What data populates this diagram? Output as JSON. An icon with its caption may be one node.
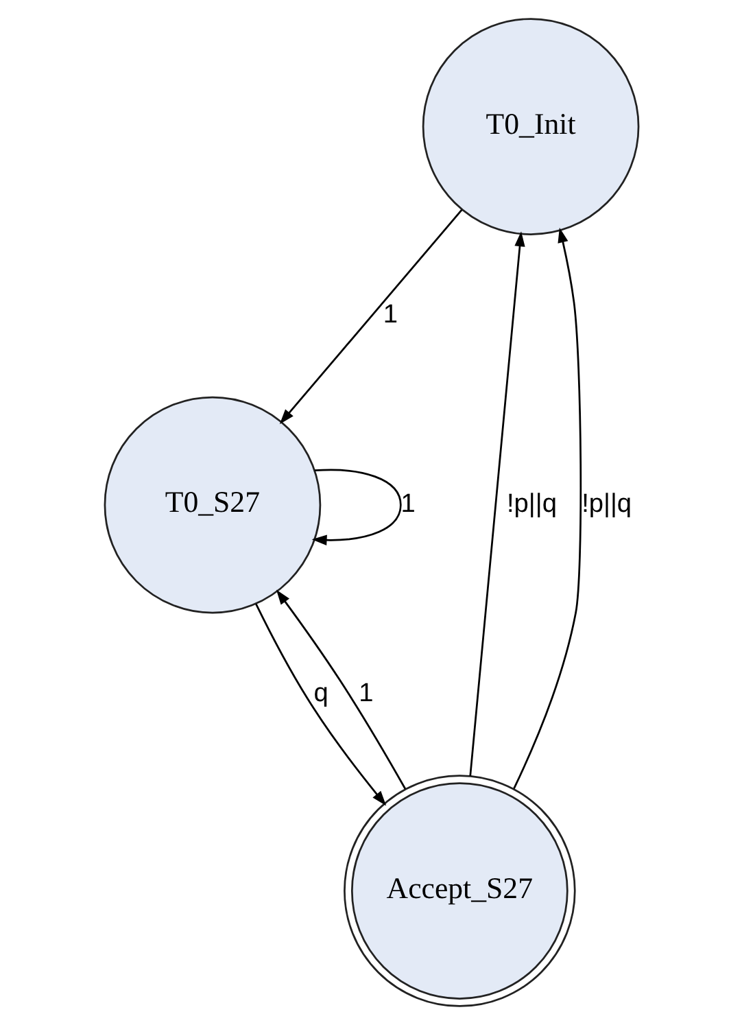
{
  "diagram": {
    "nodes": [
      {
        "text": [
          "T0_Init"
        ]
      },
      {
        "text": [
          "T0_S27"
        ]
      },
      {
        "text": [
          "Accept_S27"
        ]
      }
    ],
    "edges": [
      {
        "from": 0,
        "to": 1,
        "arrow": "to",
        "label": "1"
      },
      {
        "from": 1,
        "to": 1,
        "arrow": "to",
        "label": "1"
      },
      {
        "from": 2,
        "to": 0,
        "arrow": "to",
        "label": "!p||q"
      },
      {
        "from": 2,
        "to": 0,
        "arrow": "to",
        "label": "!p||q"
      },
      {
        "from": 1,
        "to": 2,
        "arrow": "to",
        "label": "q"
      },
      {
        "from": 2,
        "to": 1,
        "arrow": "to",
        "label": "1"
      }
    ]
  }
}
